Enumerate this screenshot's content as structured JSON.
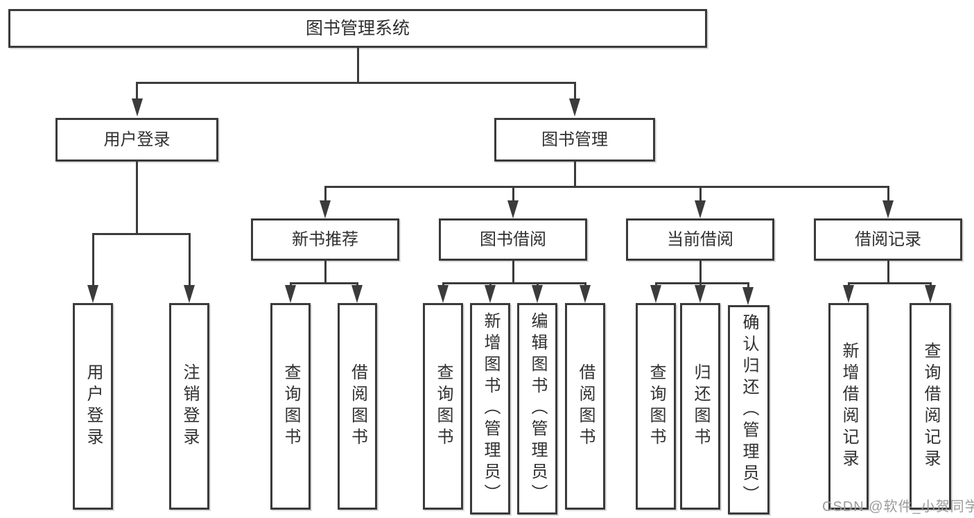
{
  "tree": {
    "label": "图书管理系统",
    "children": [
      {
        "label": "用户登录",
        "children": [
          {
            "label": "用户登录"
          },
          {
            "label": "注销登录"
          }
        ]
      },
      {
        "label": "图书管理",
        "children": [
          {
            "label": "新书推荐",
            "children": [
              {
                "label": "查询图书"
              },
              {
                "label": "借阅图书"
              }
            ]
          },
          {
            "label": "图书借阅",
            "children": [
              {
                "label": "查询图书"
              },
              {
                "label": "新增图书（管理员）"
              },
              {
                "label": "编辑图书（管理员）"
              },
              {
                "label": "借阅图书"
              }
            ]
          },
          {
            "label": "当前借阅",
            "children": [
              {
                "label": "查询图书"
              },
              {
                "label": "归还图书"
              },
              {
                "label": "确认归还（管理员）"
              }
            ]
          },
          {
            "label": "借阅记录",
            "children": [
              {
                "label": "新增借阅记录"
              },
              {
                "label": "查询借阅记录"
              }
            ]
          }
        ]
      }
    ]
  },
  "watermark": {
    "text": "CSDN @软件_小贺同学"
  },
  "colors": {
    "line": "#3b3b3b",
    "border": "#3a3a3a",
    "text": "#303030",
    "watermark": "#9b9b9b"
  }
}
